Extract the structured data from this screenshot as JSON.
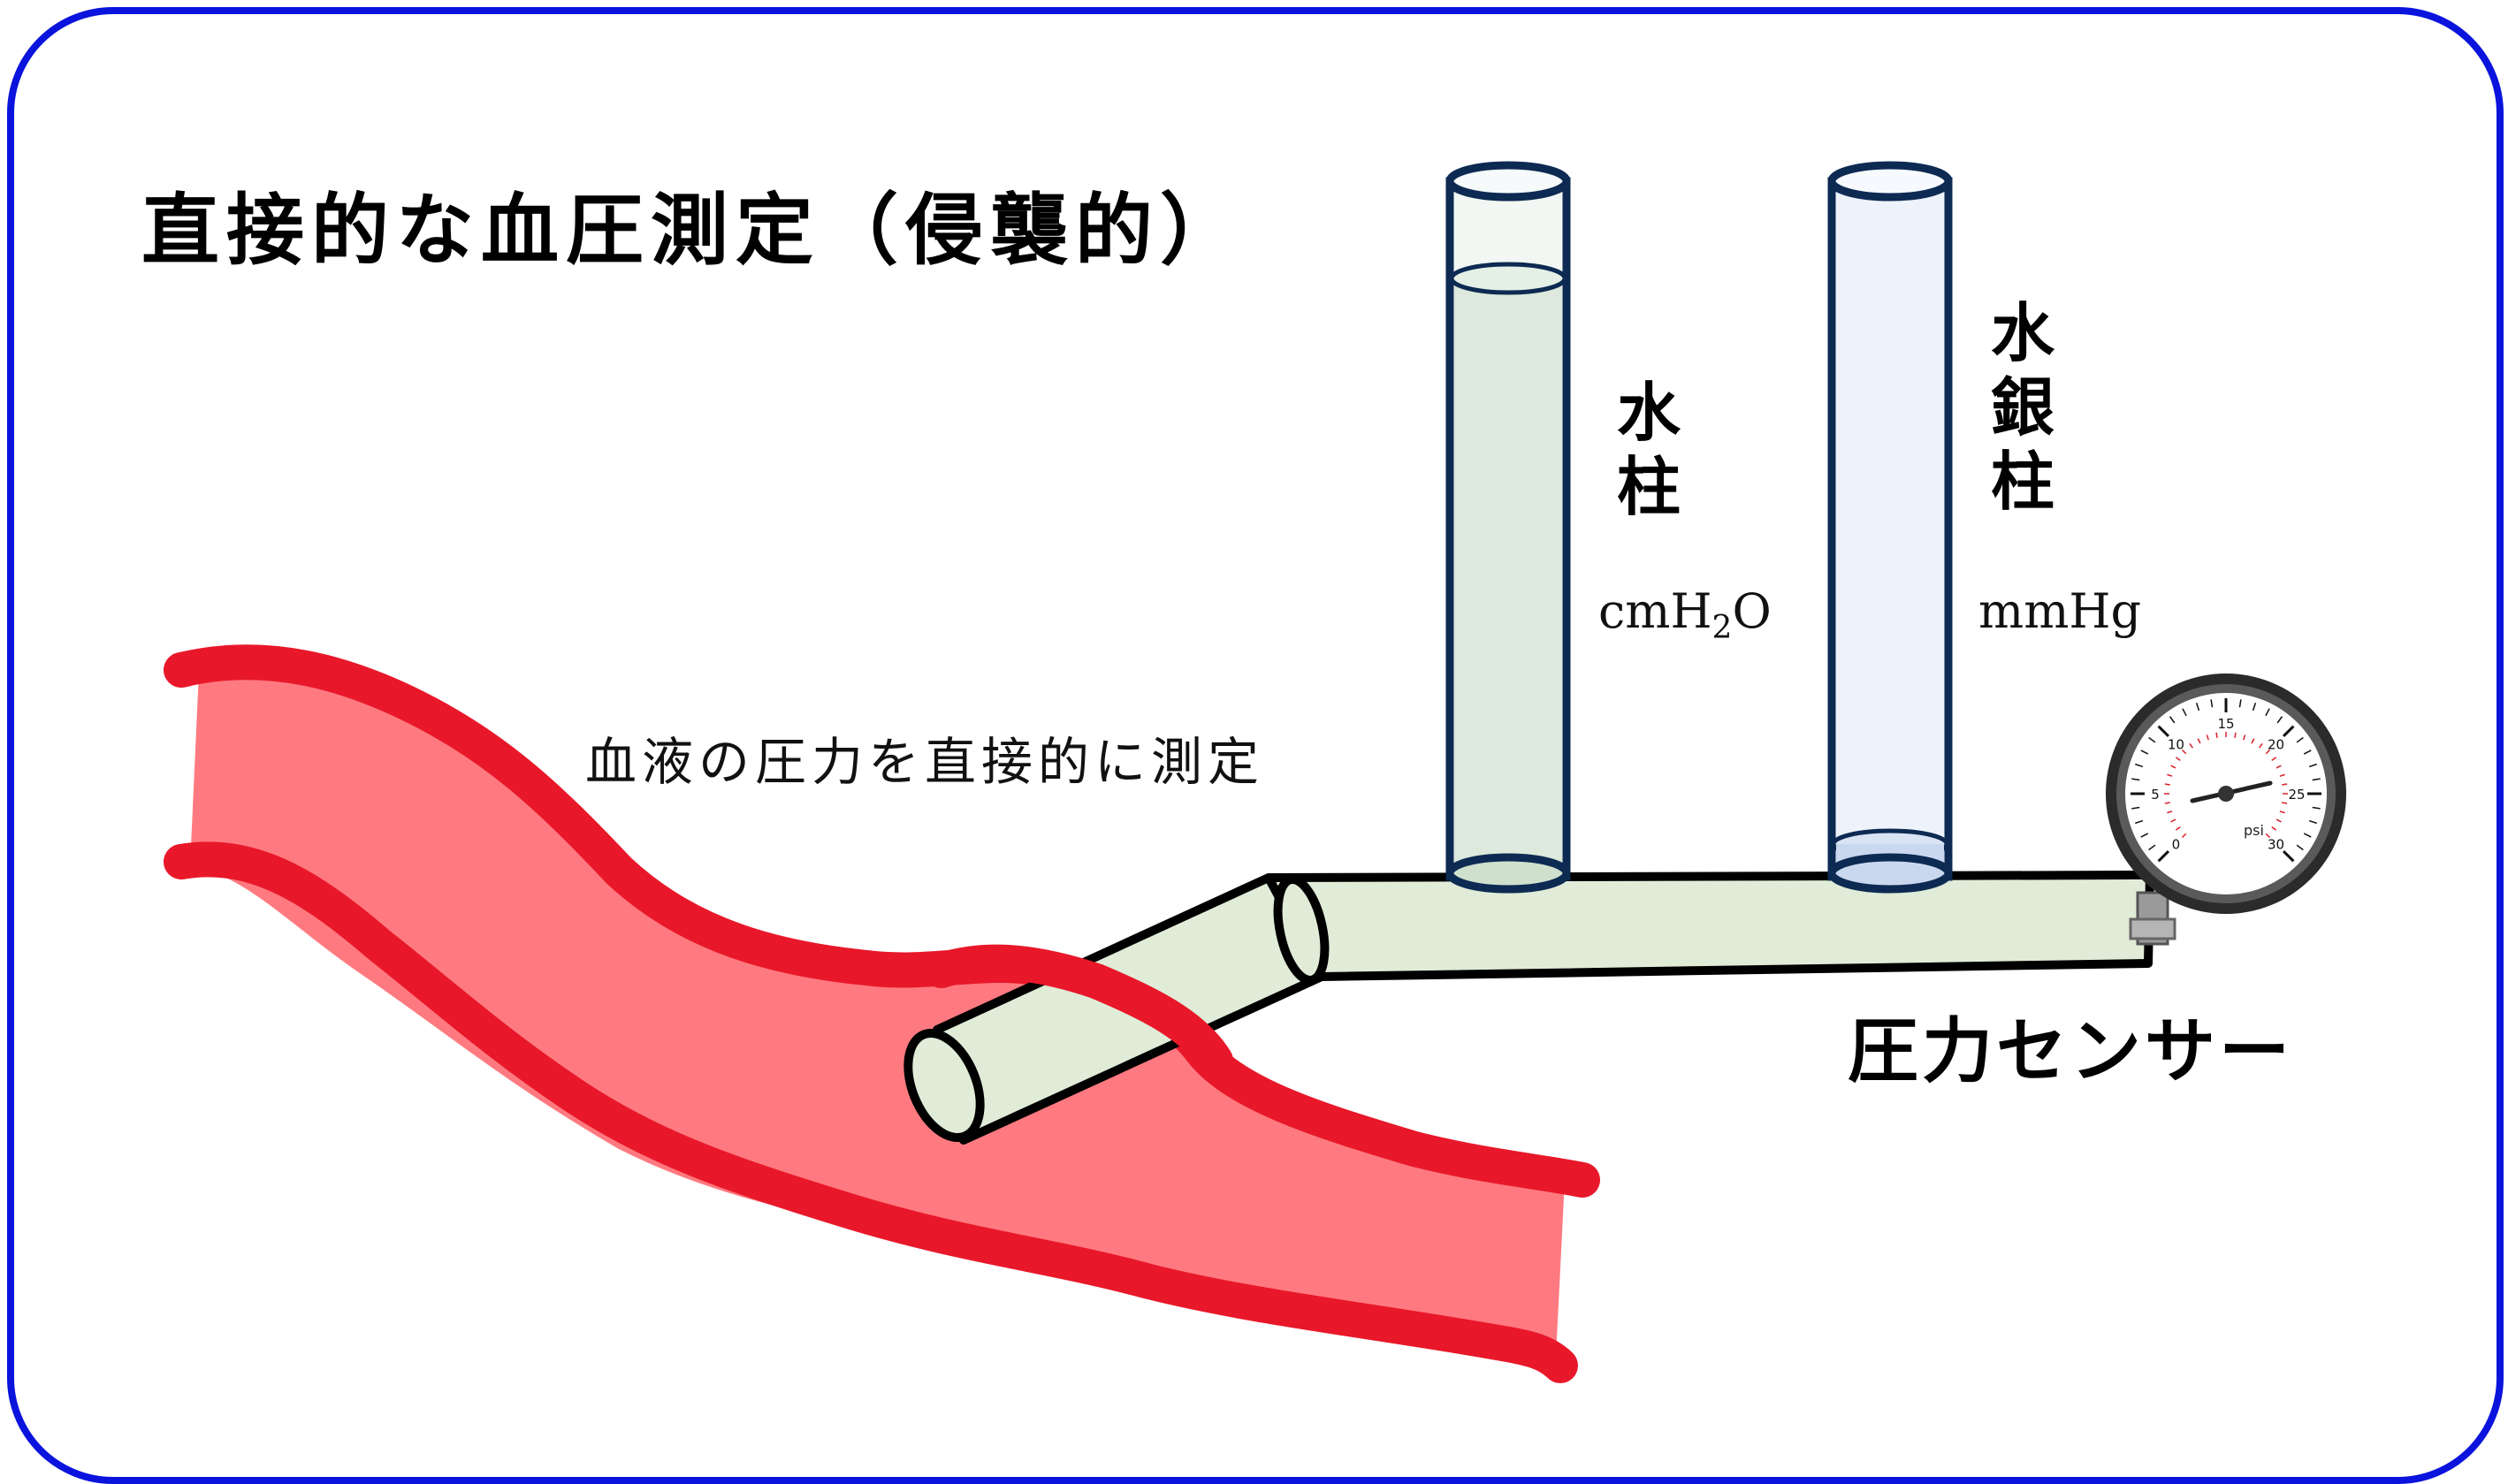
{
  "title": "直接的な血圧測定（侵襲的）",
  "caption": "血液の圧力を直接的に測定",
  "water_column": {
    "label_lines": [
      "水",
      "柱"
    ],
    "unit_base": "cmH",
    "unit_sub": "2",
    "unit_end": "O"
  },
  "mercury_column": {
    "label_lines": [
      "水",
      "銀",
      "柱"
    ],
    "unit": "mmHg"
  },
  "sensor_label": "圧力センサー",
  "gauge": {
    "unit": "psi",
    "scale_labels": [
      "0",
      "5",
      "10",
      "15",
      "20",
      "25",
      "30"
    ]
  },
  "colors": {
    "frame": "#0a14dc",
    "vessel_wall": "#e8182a",
    "vessel_fill": "#ff7a80",
    "tube_fill": "#e0ecd8",
    "water": "#dde9dc",
    "mercury_tube": "#eef3fb"
  }
}
